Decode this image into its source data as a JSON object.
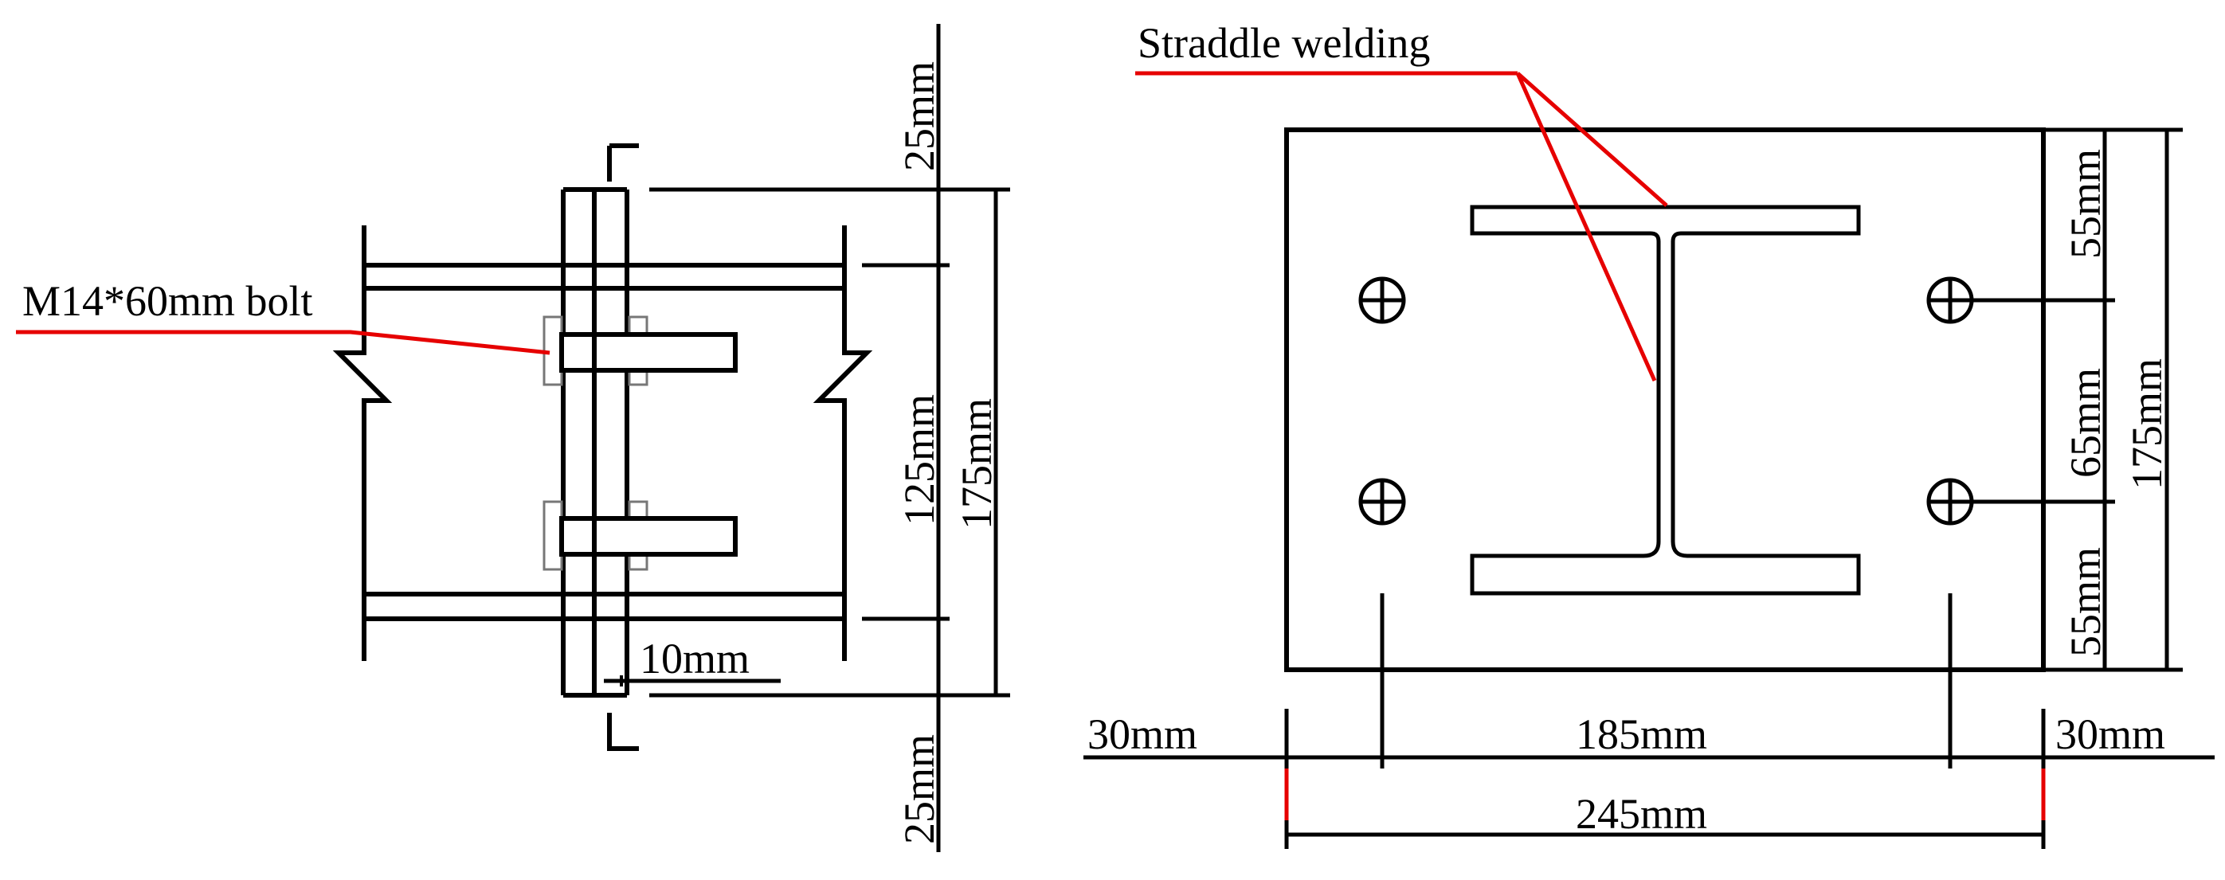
{
  "left_view": {
    "bolt_label": "M14*60mm bolt",
    "gap_label": "10mm",
    "dim_top": "25mm",
    "dim_bottom": "25mm",
    "dim_inner": "125mm",
    "dim_total": "175mm"
  },
  "right_view": {
    "weld_label": "Straddle welding",
    "dim_top_edge": "55mm",
    "dim_bolt_spacing": "65mm",
    "dim_bottom_edge": "55mm",
    "dim_height": "175mm",
    "dim_left_edge": "30mm",
    "dim_bolt_span": "185mm",
    "dim_right_edge": "30mm",
    "dim_width": "245mm"
  },
  "colors": {
    "line": "#000000",
    "leader": "#e60000"
  }
}
